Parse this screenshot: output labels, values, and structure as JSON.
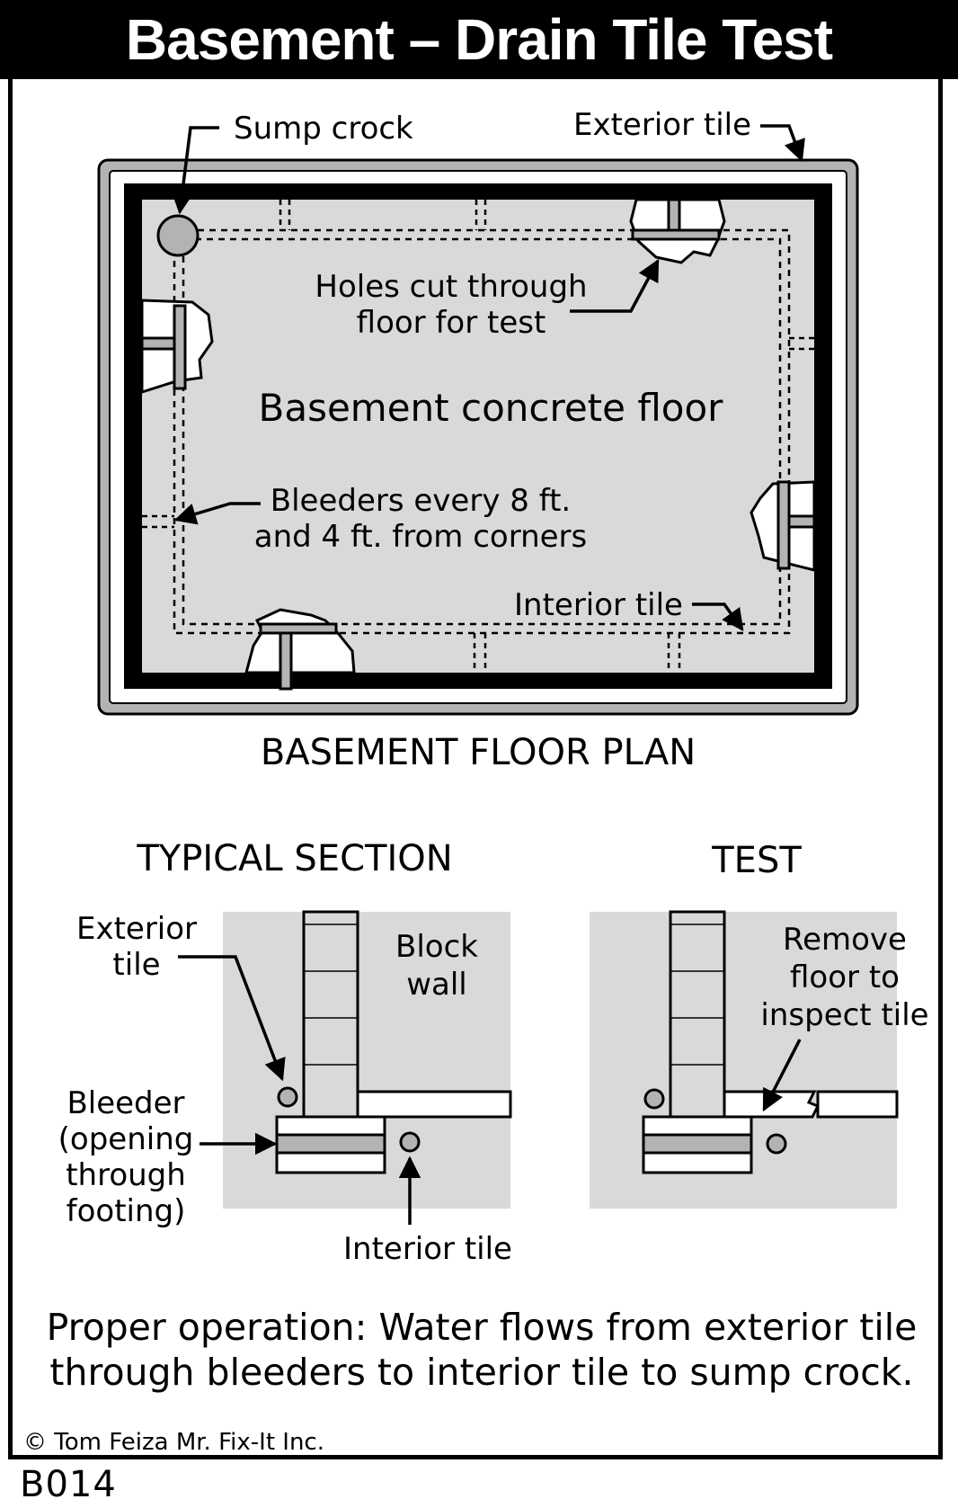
{
  "title": "Basement – Drain Tile Test",
  "plan": {
    "heading": "BASEMENT FLOOR PLAN",
    "sump_crock": "Sump crock",
    "exterior_tile": "Exterior tile",
    "holes_line1": "Holes cut through",
    "holes_line2": "floor for test",
    "floor": "Basement concrete floor",
    "bleeders_line1": "Bleeders every 8 ft.",
    "bleeders_line2": "and 4 ft. from corners",
    "interior_tile": "Interior tile"
  },
  "section": {
    "heading": "TYPICAL SECTION",
    "exterior_line1": "Exterior",
    "exterior_line2": "tile",
    "block_line1": "Block",
    "block_line2": "wall",
    "bleeder_line1": "Bleeder",
    "bleeder_line2": "(opening",
    "bleeder_line3": "through",
    "bleeder_line4": "footing)",
    "interior_tile": "Interior tile"
  },
  "test": {
    "heading": "TEST",
    "remove_line1": "Remove",
    "remove_line2": "floor to",
    "remove_line3": "inspect tile"
  },
  "caption_line1": "Proper operation: Water flows from exterior tile",
  "caption_line2": "through bleeders to interior tile to sump crock.",
  "copyright": "© Tom Feiza Mr. Fix-It Inc.",
  "code": "B014",
  "colors": {
    "gray_fill": "#d9d9d9",
    "mid_gray": "#b3b3b3",
    "black": "#000000"
  }
}
